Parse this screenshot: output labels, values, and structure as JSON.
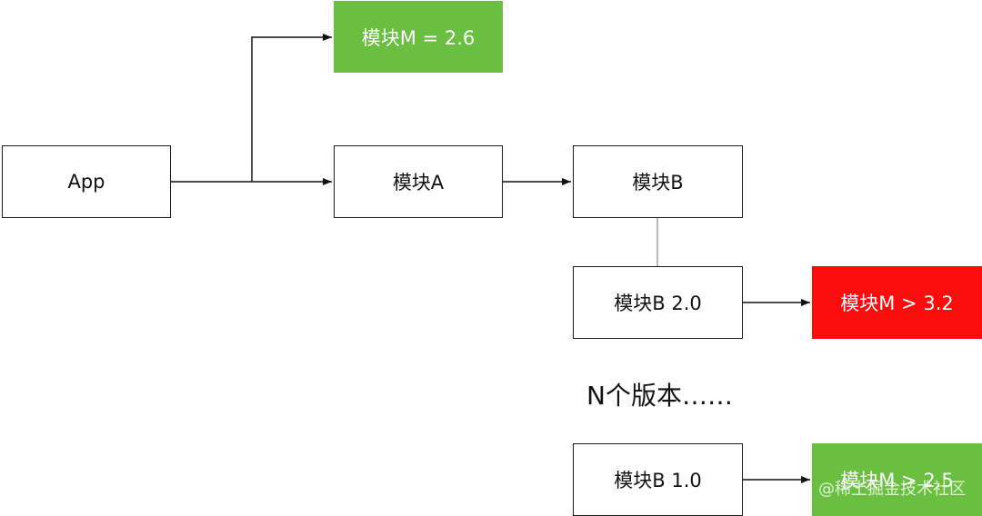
{
  "nodes": {
    "app": "App",
    "module_a": "模块A",
    "module_b": "模块B",
    "module_b_2_0": "模块B 2.0",
    "module_b_1_0": "模块B 1.0",
    "module_m_2_6": "模块M = 2.6",
    "module_m_3_2": "模块M > 3.2",
    "module_m_2_5": "模块M > 2.5"
  },
  "note": "N个版本……",
  "watermark": "@稀土掘金技术社区",
  "colors": {
    "green_node": "#6abf40",
    "red_node": "#fb0d0d",
    "stroke": "#1a1a1a",
    "connector": "#a0a0a0"
  }
}
